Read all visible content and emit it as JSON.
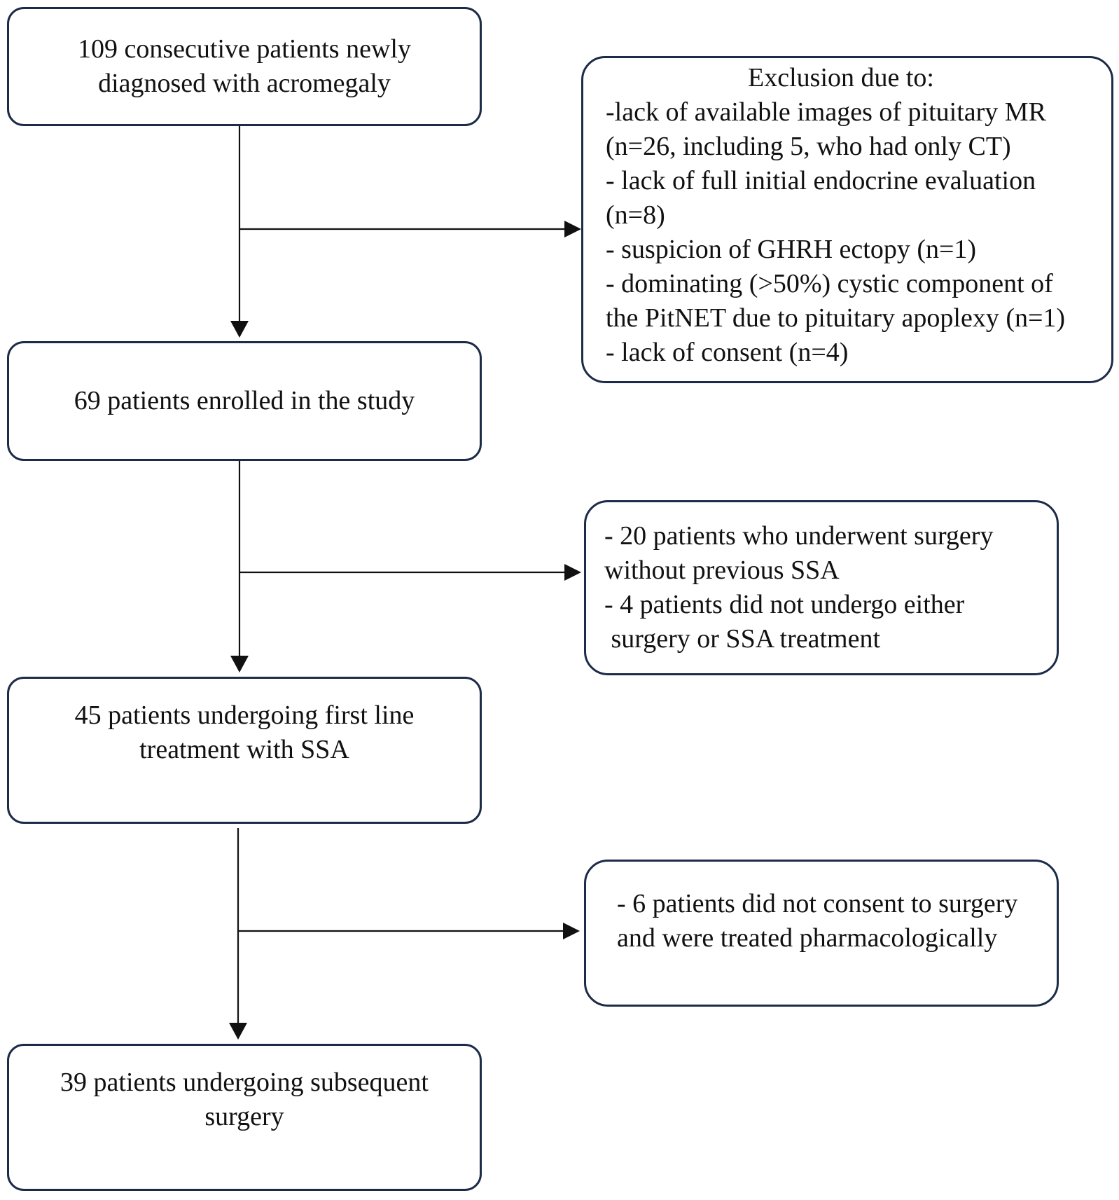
{
  "colors": {
    "box_border": "#1c2b47",
    "arrow": "#111111",
    "text": "#111111"
  },
  "main_boxes": [
    {
      "lines": [
        "109 consecutive patients newly",
        "diagnosed with acromegaly"
      ]
    },
    {
      "lines": [
        "69 patients enrolled in the study"
      ]
    },
    {
      "lines": [
        "45 patients undergoing first line",
        "treatment with SSA"
      ]
    },
    {
      "lines": [
        "39 patients undergoing subsequent",
        "surgery"
      ]
    }
  ],
  "exclusion_boxes": [
    {
      "title": "Exclusion due to:",
      "lines": [
        "-lack of available images of pituitary MR",
        "(n=26, including 5, who had only CT)",
        "- lack of full initial endocrine evaluation",
        "(n=8)",
        "- suspicion of GHRH ectopy (n=1)",
        "- dominating (>50%) cystic component of",
        "the PitNET due to pituitary apoplexy (n=1)",
        "- lack of consent (n=4)"
      ]
    },
    {
      "lines": [
        "- 20 patients who underwent surgery",
        "without previous SSA",
        "- 4 patients did not undergo either",
        " surgery or SSA treatment"
      ]
    },
    {
      "lines": [
        "- 6 patients did not consent to surgery",
        "and were treated pharmacologically"
      ]
    }
  ]
}
